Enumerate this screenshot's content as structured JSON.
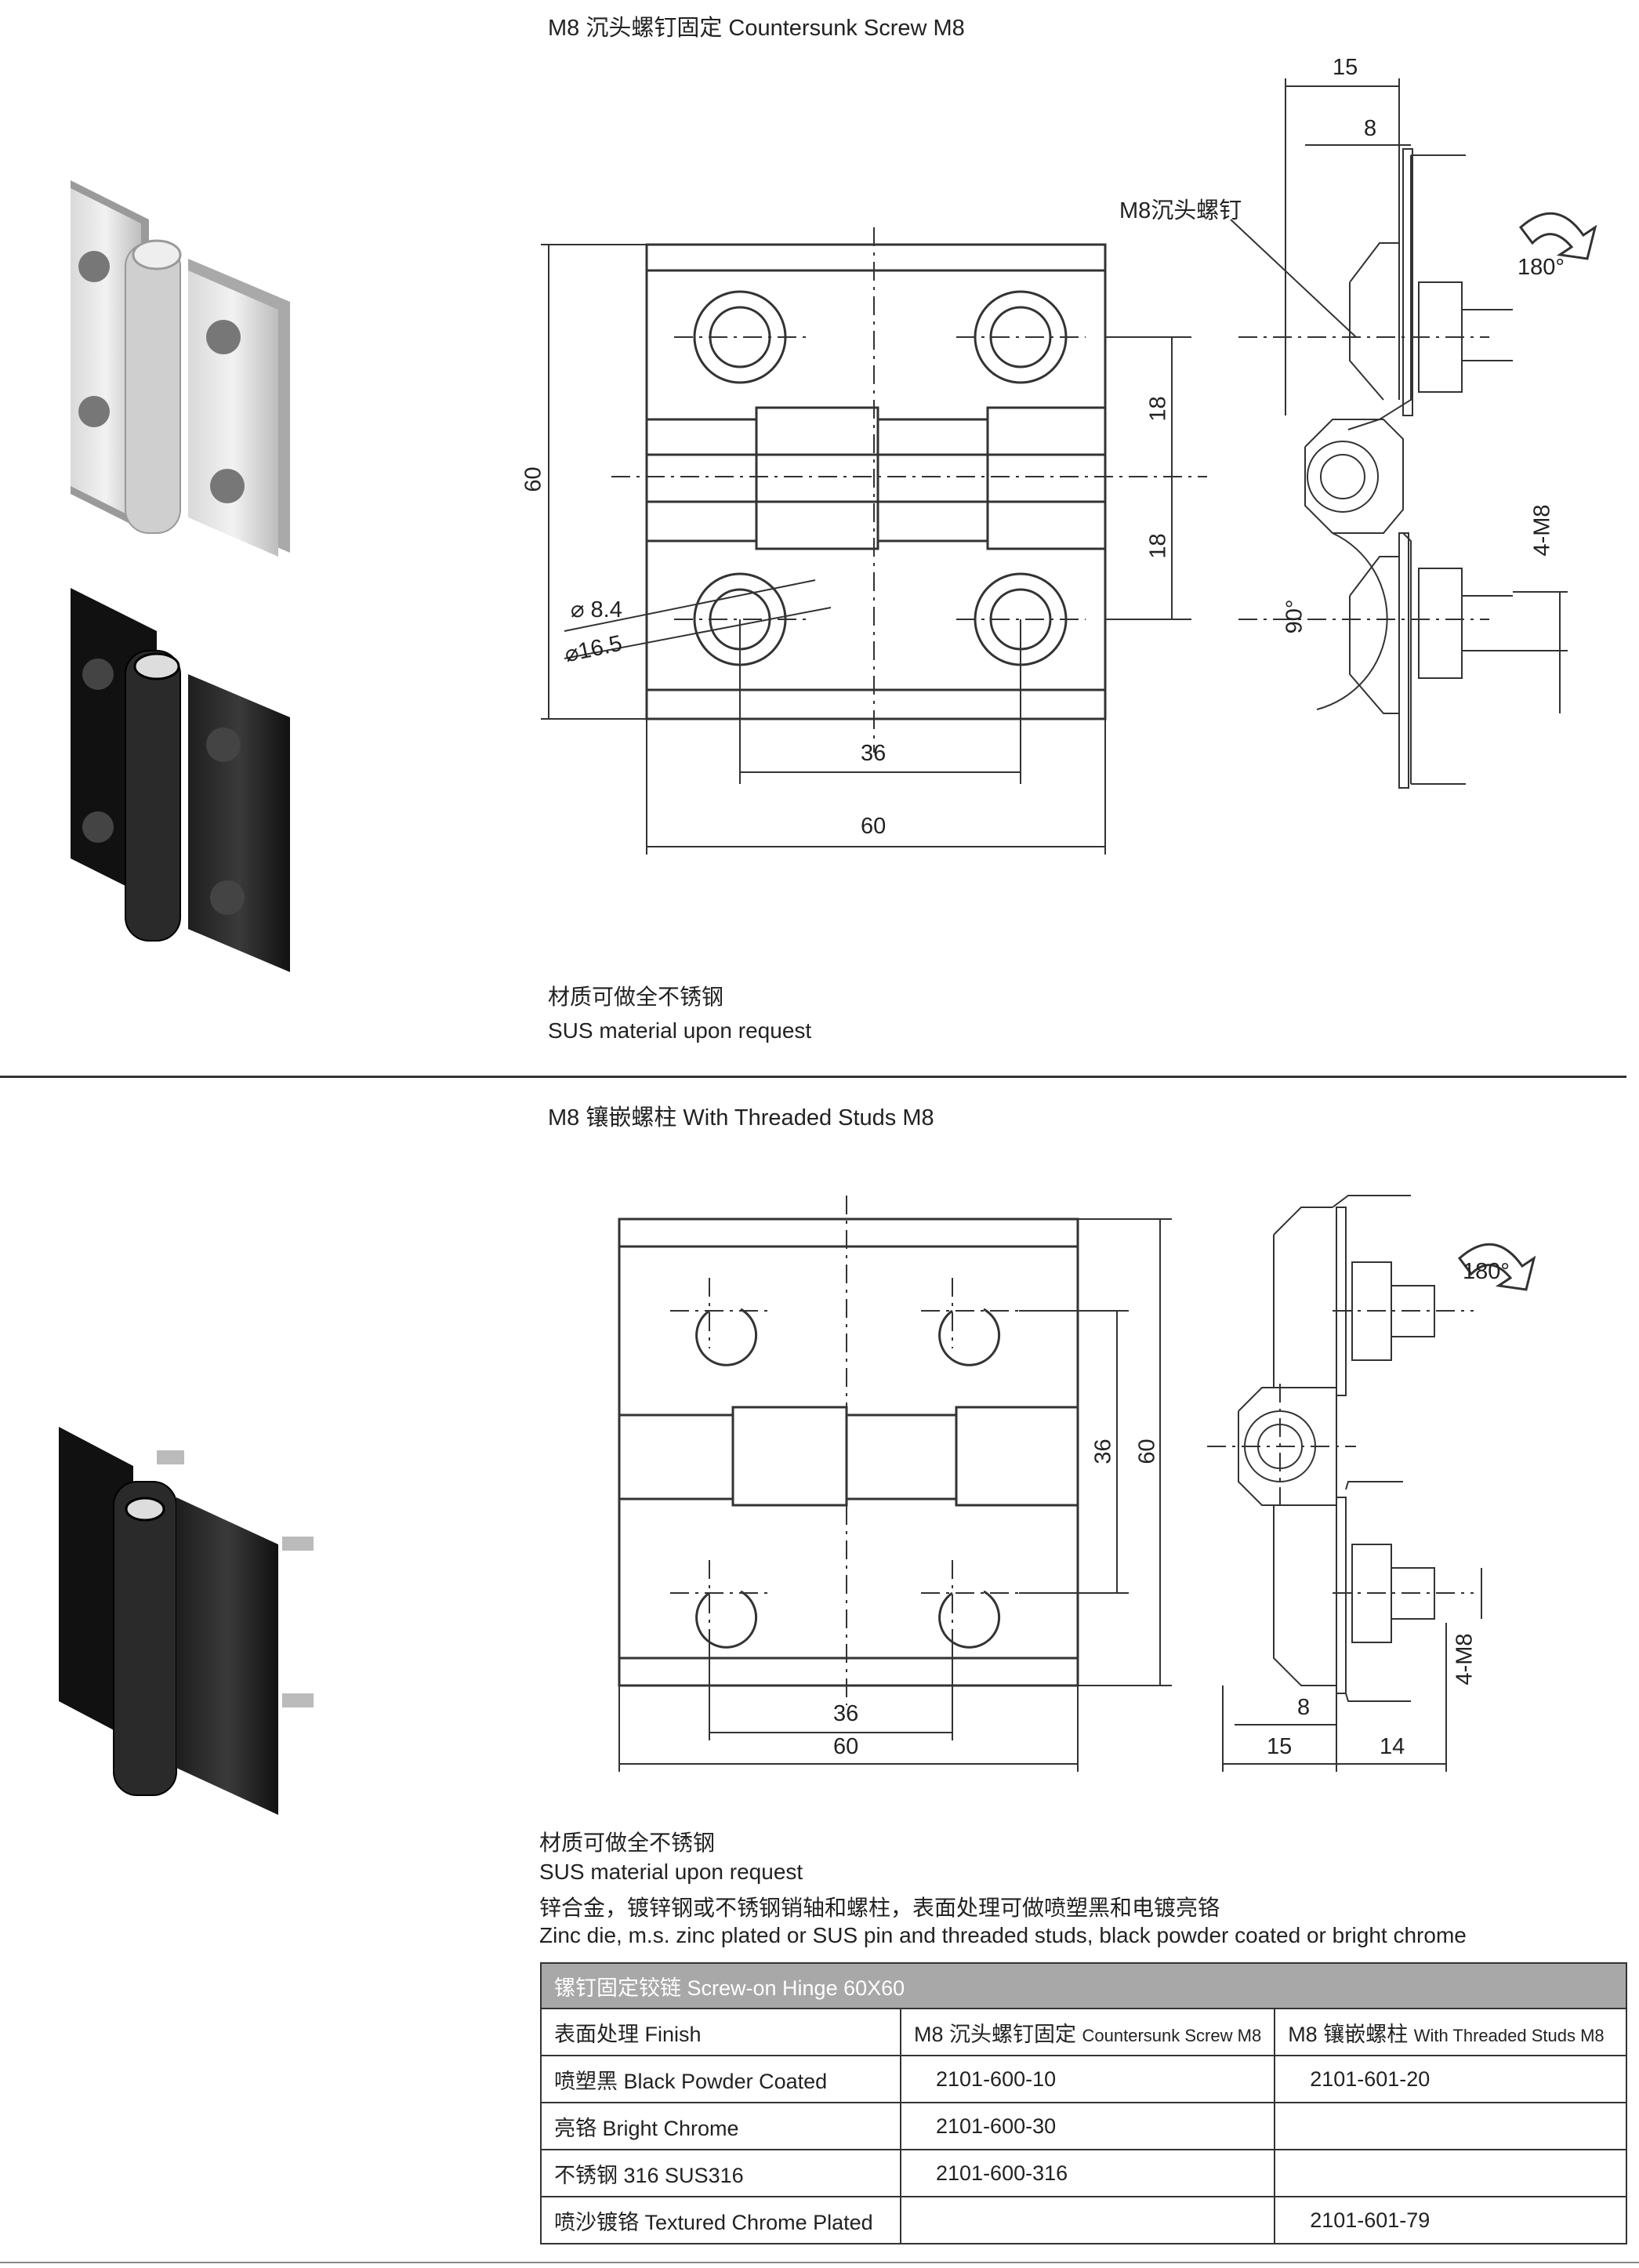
{
  "section1": {
    "title": "M8 沉头螺钉固定  Countersunk Screw M8",
    "note_cn": "材质可做全不锈钢",
    "note_en": "SUS material upon request",
    "front_dims": {
      "height": "60",
      "offset_upper": "18",
      "offset_lower": "18",
      "hole_small": "⌀ 8.4",
      "hole_large": "⌀16.5",
      "hole_spacing": "36",
      "width": "60"
    },
    "side_dims": {
      "top_width": "15",
      "top_inner": "8",
      "screw_label": "M8沉头螺钉",
      "rotation": "180°",
      "rotation_down": "90°",
      "thread": "4-M8"
    }
  },
  "section2": {
    "title": "M8 镶嵌螺柱 With Threaded Studs M8",
    "front_dims": {
      "height": "60",
      "stud_spacing_v": "36",
      "stud_spacing_h": "36",
      "width": "60"
    },
    "side_dims": {
      "rotation": "180°",
      "thread": "4-M8",
      "inner": "8",
      "left": "15",
      "right": "14"
    },
    "note_cn": "材质可做全不锈钢",
    "note_en": "SUS material upon request",
    "material_cn": "锌合金，镀锌钢或不锈钢销轴和螺柱，表面处理可做喷塑黑和电镀亮铬",
    "material_en": "Zinc die, m.s. zinc plated or SUS pin and threaded studs, black powder coated or bright  chrome"
  },
  "table": {
    "title": "镙钉固定铰链  Screw-on Hinge 60X60",
    "headers": {
      "finish": "表面处理 Finish",
      "col1_cn": "M8 沉头螺钉固定",
      "col1_en": "Countersunk Screw M8",
      "col2_cn": "M8 镶嵌螺柱",
      "col2_en": "With Threaded Studs M8"
    },
    "rows": [
      {
        "finish": "喷塑黑 Black Powder Coated",
        "col1": "2101-600-10",
        "col2": "2101-601-20"
      },
      {
        "finish": "亮铬 Bright Chrome",
        "col1": "2101-600-30",
        "col2": ""
      },
      {
        "finish": "不锈钢 316 SUS316",
        "col1": "2101-600-316",
        "col2": ""
      },
      {
        "finish": "喷沙镀铬 Textured Chrome Plated",
        "col1": "",
        "col2": "2101-601-79"
      }
    ]
  }
}
